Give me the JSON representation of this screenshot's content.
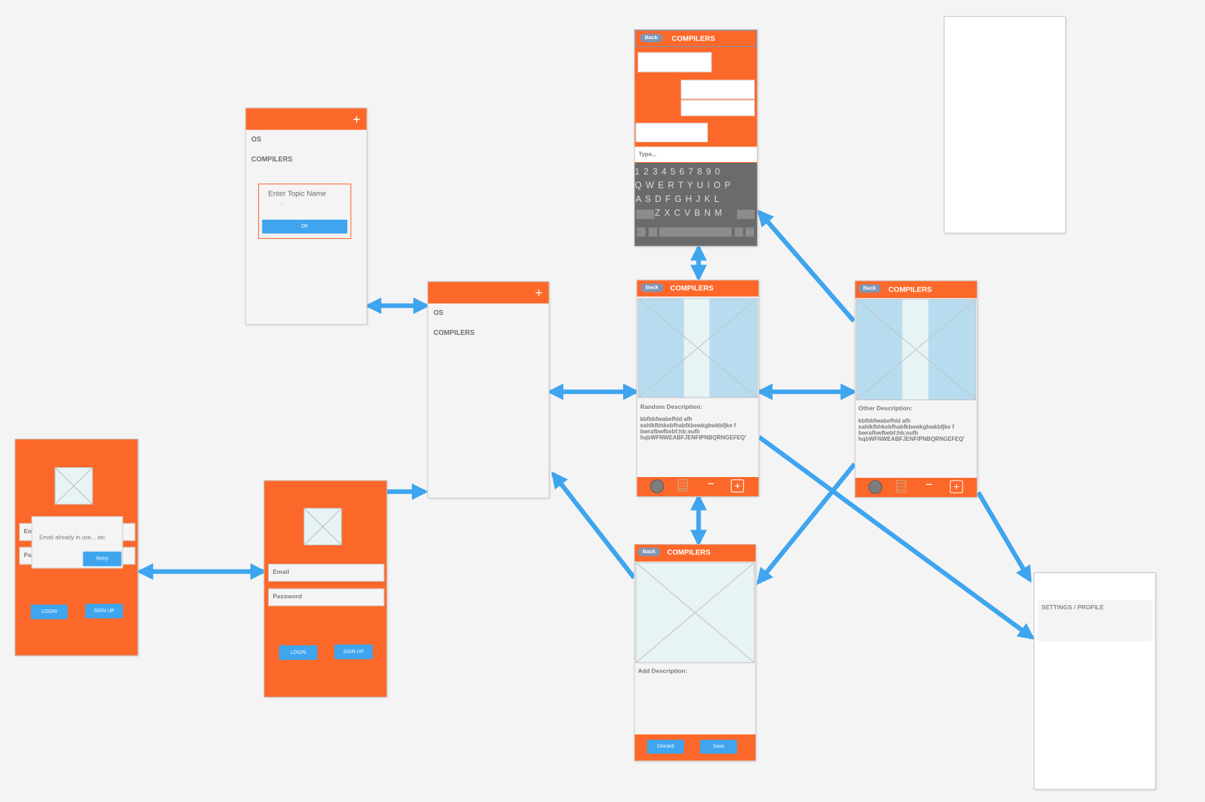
{
  "colors": {
    "accent": "#fc6829",
    "arrow": "#3ea5ee",
    "canvas": "#f4f4f4",
    "keyboard": "#6b6b6b"
  },
  "login_error": {
    "email_prefix": "En",
    "password_prefix": "Pa",
    "dialog_text": "Email already in use... etc",
    "retry_label": "Retry",
    "login_label": "LOGIN",
    "signup_label": "SIGN UP"
  },
  "login": {
    "email_label": "Email",
    "password_label": "Password",
    "login_label": "LOGIN",
    "signup_label": "SIGN UP"
  },
  "topics_dialog": {
    "add_icon": "+",
    "items": [
      "OS",
      "COMPILERS"
    ],
    "dialog_title": "Enter Topic Name",
    "dialog_hint": "...",
    "ok_label": "OK"
  },
  "topics": {
    "add_icon": "+",
    "items": [
      "OS",
      "COMPILERS"
    ]
  },
  "chat": {
    "back_label": "Back",
    "title": "COMPILERS",
    "input_placeholder": "Type...",
    "keyboard_rows": [
      "1 2 3 4 5 6 7 8 9 0",
      "Q W E R T Y U I O P",
      "A S D F G H J K L",
      "Z X C V B N M"
    ]
  },
  "detail1": {
    "back_label": "Back",
    "title": "COMPILERS",
    "desc_label": "Random Description:",
    "desc_lines": [
      "kbfbbfwabefhld afh",
      "eahlkfbhkebfhabfkbewkgbwkbfjke f",
      "bwrafbwfbebf;hb;eufb",
      "hqbWFNWEABFJENFIPNBQRNGEFEQ'"
    ],
    "toolbar_minus": "−",
    "toolbar_plus": "+"
  },
  "detail2": {
    "back_label": "Back",
    "title": "COMPILERS",
    "desc_label": "Other Description:",
    "desc_lines": [
      "kbfbbfwabefhld afh",
      "eahlkfbhkebfhabfkbewkgbwkbfjke f",
      "bwrafbwfbebf;hb;eufb",
      "hqbWFNWEABFJENFIPNBQRNGEFEQ'"
    ],
    "toolbar_minus": "−",
    "toolbar_plus": "+"
  },
  "add_item": {
    "back_label": "Back",
    "title": "COMPILERS",
    "desc_label": "Add Description:",
    "discard_label": "Discard",
    "save_label": "Save"
  },
  "settings": {
    "label": "SETTINGS / PROFILE"
  }
}
